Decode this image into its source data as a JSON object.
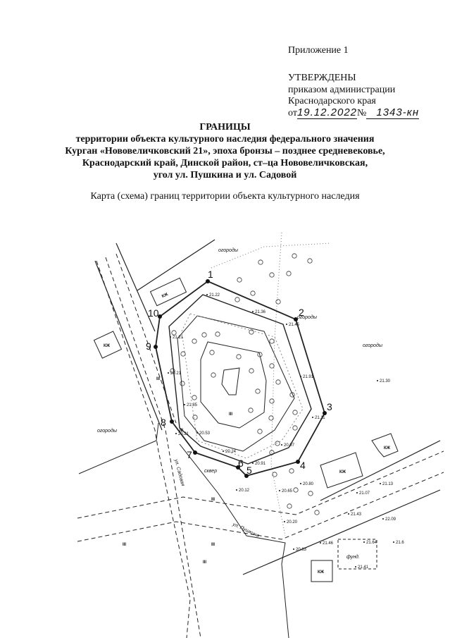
{
  "header": {
    "appendix": "Приложение 1",
    "approved": "УТВЕРЖДЕНЫ",
    "order_line1": "приказом администрации",
    "order_line2": "Краснодарского края",
    "date_prefix": "от",
    "date": "19.12.2022",
    "number_prefix": "№",
    "number": "1343-кн"
  },
  "title": {
    "heading": "ГРАНИЦЫ",
    "line1": "территории объекта культурного наследия федерального значения",
    "line2": "Курган «Нововеличковский 21», эпоха бронзы – позднее средневековье,",
    "line3": "Краснодарский край, Динской район, ст–ца Нововеличковская,",
    "line4": "угол ул. Пушкина и ул. Садовой"
  },
  "map": {
    "caption": "Карта (схема) границ территории объекта культурного наследия",
    "boundary_points": [
      "1",
      "2",
      "3",
      "4",
      "5",
      "6",
      "7",
      "8",
      "9",
      "10"
    ],
    "labels": {
      "gardens": "огороды",
      "house": "КЖ",
      "square": "сквер",
      "foundation": "фунд.",
      "street_sadovaya": "ул. Садовая",
      "street_pushkina": "ул. Пушкина",
      "soil": "III"
    },
    "elevations": [
      "21.22",
      "21.36",
      "21.45",
      "21.21",
      "20.21",
      "21.91",
      "21.30",
      "21.85",
      "21.11",
      "20.21",
      "20.53",
      "20.97",
      "20.24",
      "20.91",
      "20.80",
      "20.12",
      "20.65",
      "21.13",
      "21.07",
      "20.20",
      "21.43",
      "22.09",
      "21.46",
      "21.64",
      "21.6",
      "20.63",
      "21.41"
    ]
  }
}
